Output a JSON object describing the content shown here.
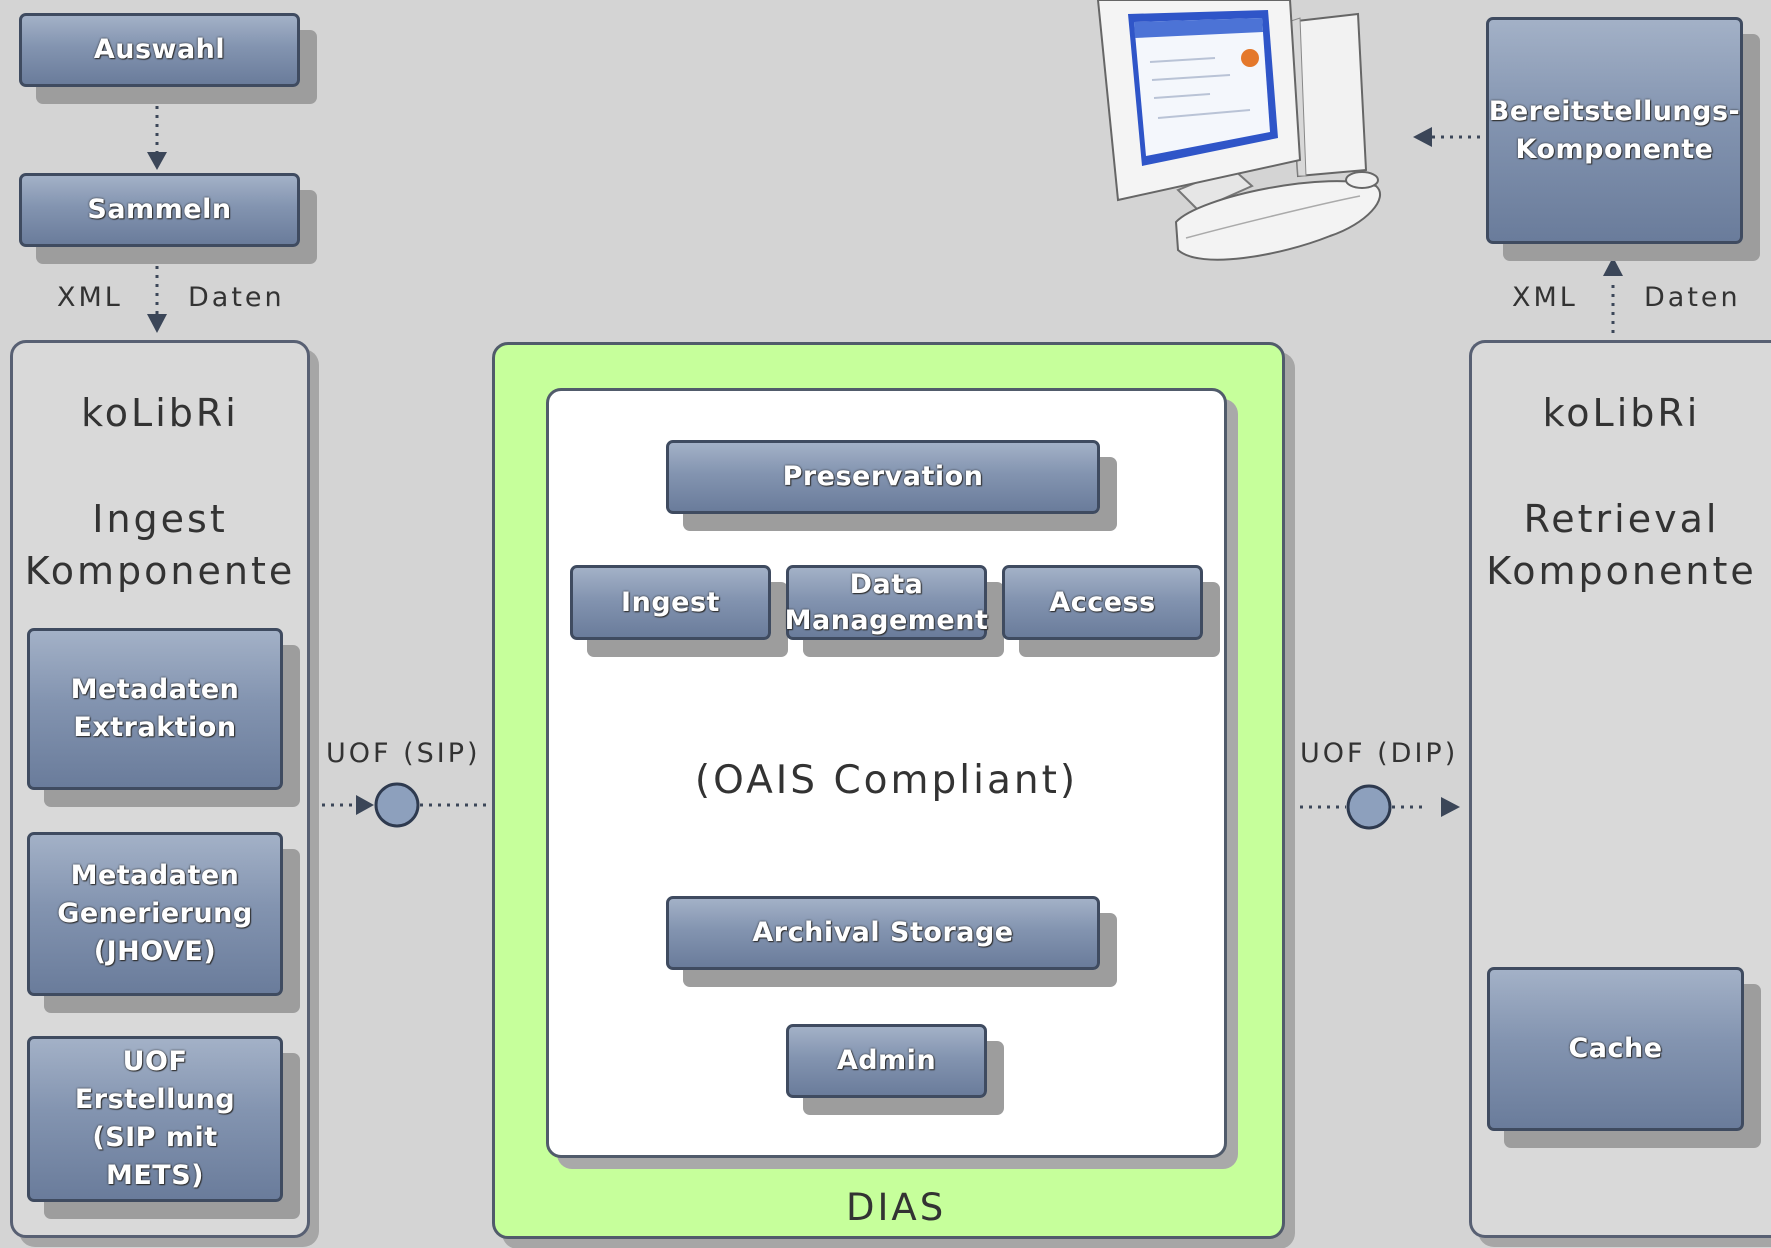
{
  "top_left": {
    "select_label": "Auswahl",
    "collect_label": "Sammeln",
    "xml_label": "XML",
    "data_label": "Daten"
  },
  "ingest_panel": {
    "title": "koLibRi",
    "subtitle": "Ingest\nKomponente",
    "boxes": [
      "Metadaten\nExtraktion",
      "Metadaten\nGenerierung\n(JHOVE)",
      "UOF\nErstellung\n(SIP mit\nMETS)"
    ]
  },
  "sip_label": "UOF (SIP)",
  "dip_label": "UOF (DIP)",
  "dias": {
    "label": "DIAS",
    "preservation": "Preservation",
    "ingest": "Ingest",
    "data_management": "Data\nManagement",
    "access": "Access",
    "compliance": "(OAIS Compliant)",
    "archival_storage": "Archival Storage",
    "admin": "Admin"
  },
  "retrieval_panel": {
    "title": "koLibRi",
    "subtitle": "Retrieval\nKomponente",
    "cache_label": "Cache"
  },
  "top_right": {
    "provision_label": "Bereitstellungs-\nKomponente",
    "xml_label": "XML",
    "data_label": "Daten"
  },
  "colors": {
    "background": "#d4d4d4",
    "box_fill": "#8394b0",
    "dias_green": "#c6ff9b",
    "connector": "#3b4658"
  }
}
